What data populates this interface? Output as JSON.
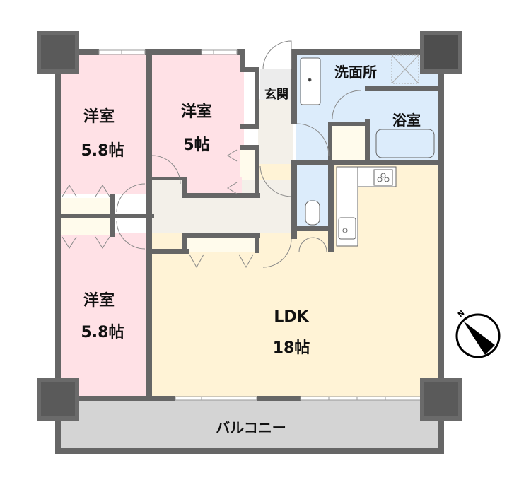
{
  "floorplan": {
    "layout_type": "3LDK",
    "colors": {
      "wall": "#666666",
      "pillar_outer": "#6a6a6a",
      "pillar_inner": "#4e4e4e",
      "bedroom": "#ffe1e6",
      "ldk": "#fff3d6",
      "wet_area": "#dcecfb",
      "hall": "#f3f0e9",
      "entrance_tile": "#ececec",
      "closet": "#fffbec",
      "balcony": "#d4d4d4"
    },
    "rooms": {
      "bedroom_top_left": {
        "name": "洋室",
        "size": "5.8帖"
      },
      "bedroom_top_center": {
        "name": "洋室",
        "size": "5帖"
      },
      "bedroom_bottom_left": {
        "name": "洋室",
        "size": "5.8帖"
      },
      "ldk": {
        "name": "LDK",
        "size": "18帖"
      },
      "entrance": {
        "name": "玄関"
      },
      "washroom": {
        "name": "洗面所"
      },
      "bathroom": {
        "name": "浴室"
      },
      "balcony": {
        "name": "バルコニー"
      }
    },
    "compass": {
      "label": "N",
      "icon": "north-arrow-icon"
    }
  }
}
